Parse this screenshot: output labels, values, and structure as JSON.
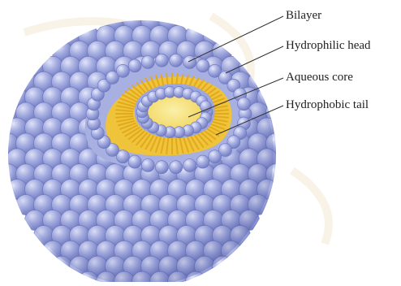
{
  "labels": [
    {
      "key": "bilayer",
      "text": "Bilayer"
    },
    {
      "key": "hydrophilic_head",
      "text": "Hydrophilic head"
    },
    {
      "key": "aqueous_core",
      "text": "Aqueous core"
    },
    {
      "key": "hydrophobic_tail",
      "text": "Hydrophobic tail"
    }
  ],
  "colors": {
    "background": "#ffffff",
    "head_light": "#c7cdee",
    "head_mid": "#8f99d6",
    "head_dark": "#5a64a8",
    "tail_yellow": "#f2c63a",
    "core_yellow": "#f7e27a",
    "leader_line": "#333333",
    "watermark": "#f1e6c8"
  }
}
